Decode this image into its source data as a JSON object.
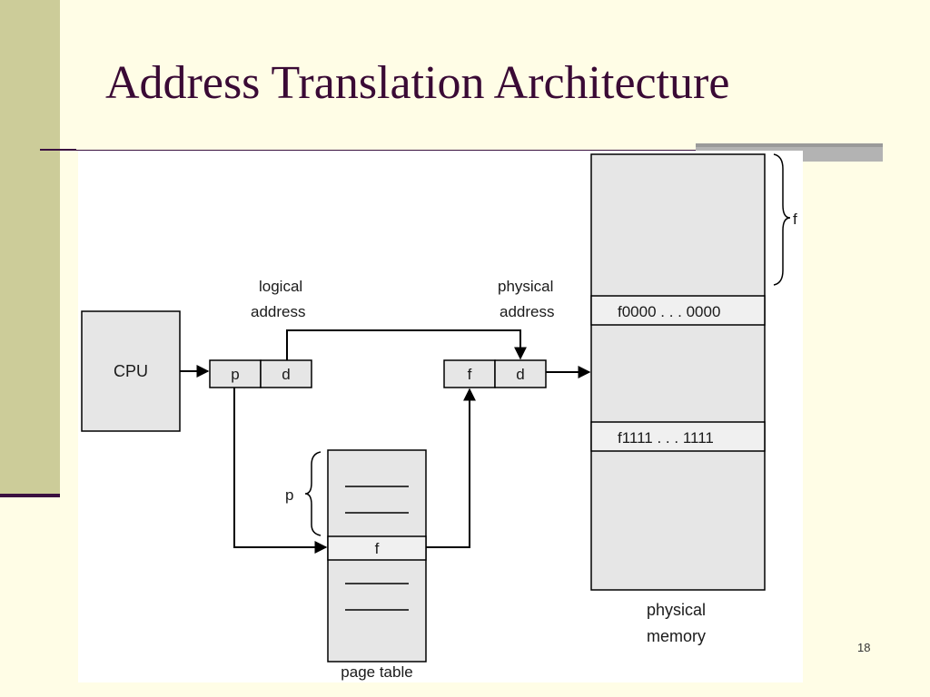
{
  "slide": {
    "title": "Address Translation Architecture",
    "page_number": "18"
  },
  "diagram": {
    "cpu_label": "CPU",
    "logical_address": {
      "label_line1": "logical",
      "label_line2": "address",
      "p": "p",
      "d": "d"
    },
    "physical_address": {
      "label_line1": "physical",
      "label_line2": "address",
      "f": "f",
      "d": "d"
    },
    "page_table": {
      "label": "page table",
      "entry_label": "f",
      "brace_label": "p"
    },
    "physical_memory": {
      "label_line1": "physical",
      "label_line2": "memory",
      "frame_start": "f0000 . . . 0000",
      "frame_end": "f1111 . . . 1111",
      "brace_label": "f"
    }
  },
  "colors": {
    "background": "#fffde6",
    "side_band": "#cccc99",
    "title": "#3a0a35",
    "box_fill": "#e6e6e6",
    "figure_bg": "#ffffff"
  }
}
